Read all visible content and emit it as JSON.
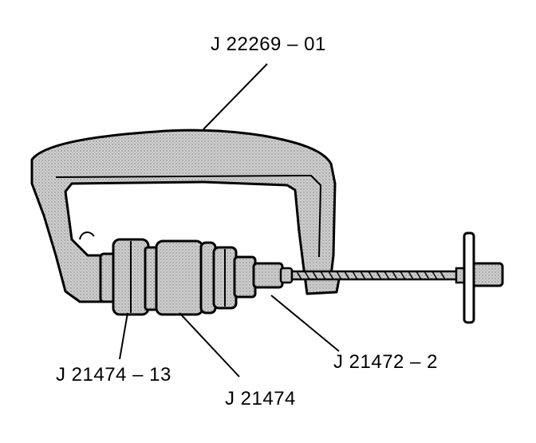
{
  "labels": {
    "frame": "J 22269 – 01",
    "adapter_left": "J 21474 – 13",
    "body": "J 21474",
    "screw_adapter": "J 21472 – 2"
  },
  "colors": {
    "ink": "#000000",
    "fill": "#c8c8c8",
    "background": "#ffffff"
  }
}
